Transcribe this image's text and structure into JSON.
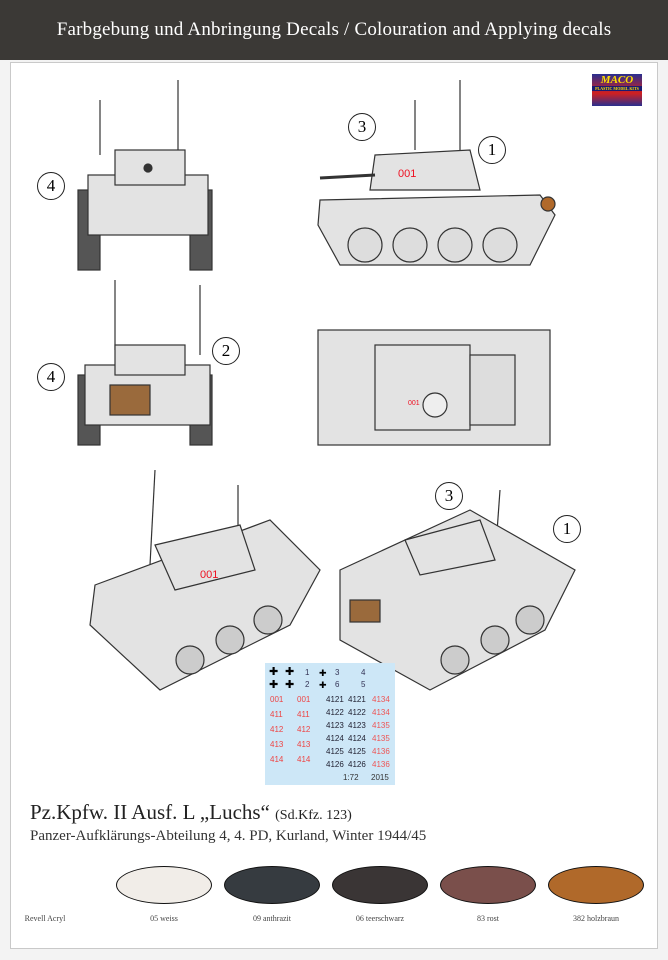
{
  "header": {
    "title": "Farbgebung und Anbringung Decals / Colouration and Applying decals"
  },
  "logo": {
    "brand": "MACO",
    "tagline": "PLASTIC MODEL KITS"
  },
  "callouts": [
    "4",
    "3",
    "1",
    "4",
    "2",
    "3",
    "1"
  ],
  "tank_markings": [
    "001",
    "001",
    "001"
  ],
  "decal_sheet": {
    "red_numbers": [
      "001",
      "001",
      "411",
      "411",
      "412",
      "412",
      "413",
      "413",
      "414",
      "414"
    ],
    "black_numbers": [
      "4121",
      "4121",
      "4122",
      "4122",
      "4123",
      "4123",
      "4124",
      "4124",
      "4125",
      "4125",
      "4126",
      "4126"
    ],
    "pink_numbers": [
      "4134",
      "4134",
      "4135",
      "4135",
      "4136",
      "4136"
    ],
    "keys": [
      "1",
      "2",
      "3",
      "4",
      "5",
      "6"
    ],
    "scale": "1:72",
    "year": "2015"
  },
  "vehicle": {
    "name": "Pz.Kpfw. II Ausf. L „Luchs“",
    "designation": "(Sd.Kfz. 123)",
    "unit": "Panzer-Aufklärungs-Abteilung 4, 4. PD, Kurland, Winter 1944/45"
  },
  "paints": {
    "brand": "Revell Acryl",
    "items": [
      {
        "label": "05 weiss",
        "color": "#f1ede8"
      },
      {
        "label": "09 anthrazit",
        "color": "#363b40"
      },
      {
        "label": "06 teerschwarz",
        "color": "#3a3535"
      },
      {
        "label": "83 rost",
        "color": "#7a4f4b"
      },
      {
        "label": "382 holzbraun",
        "color": "#b0692a"
      }
    ]
  }
}
